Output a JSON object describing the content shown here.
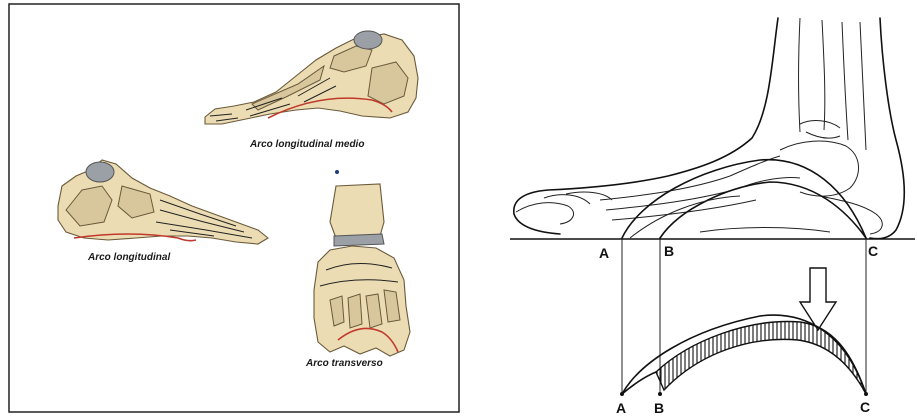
{
  "left_panel": {
    "label_medial": "Arco longitudinal medio",
    "label_longitudinal": "Arco longitudinal",
    "label_transverse": "Arco transverso"
  },
  "right_panel": {
    "points_top": [
      "A",
      "B",
      "C"
    ],
    "points_bottom": [
      "A",
      "B",
      "C"
    ]
  },
  "colors": {
    "arch_line": "#c0392b",
    "bone": "#ecdcb4",
    "ink": "#111111"
  }
}
